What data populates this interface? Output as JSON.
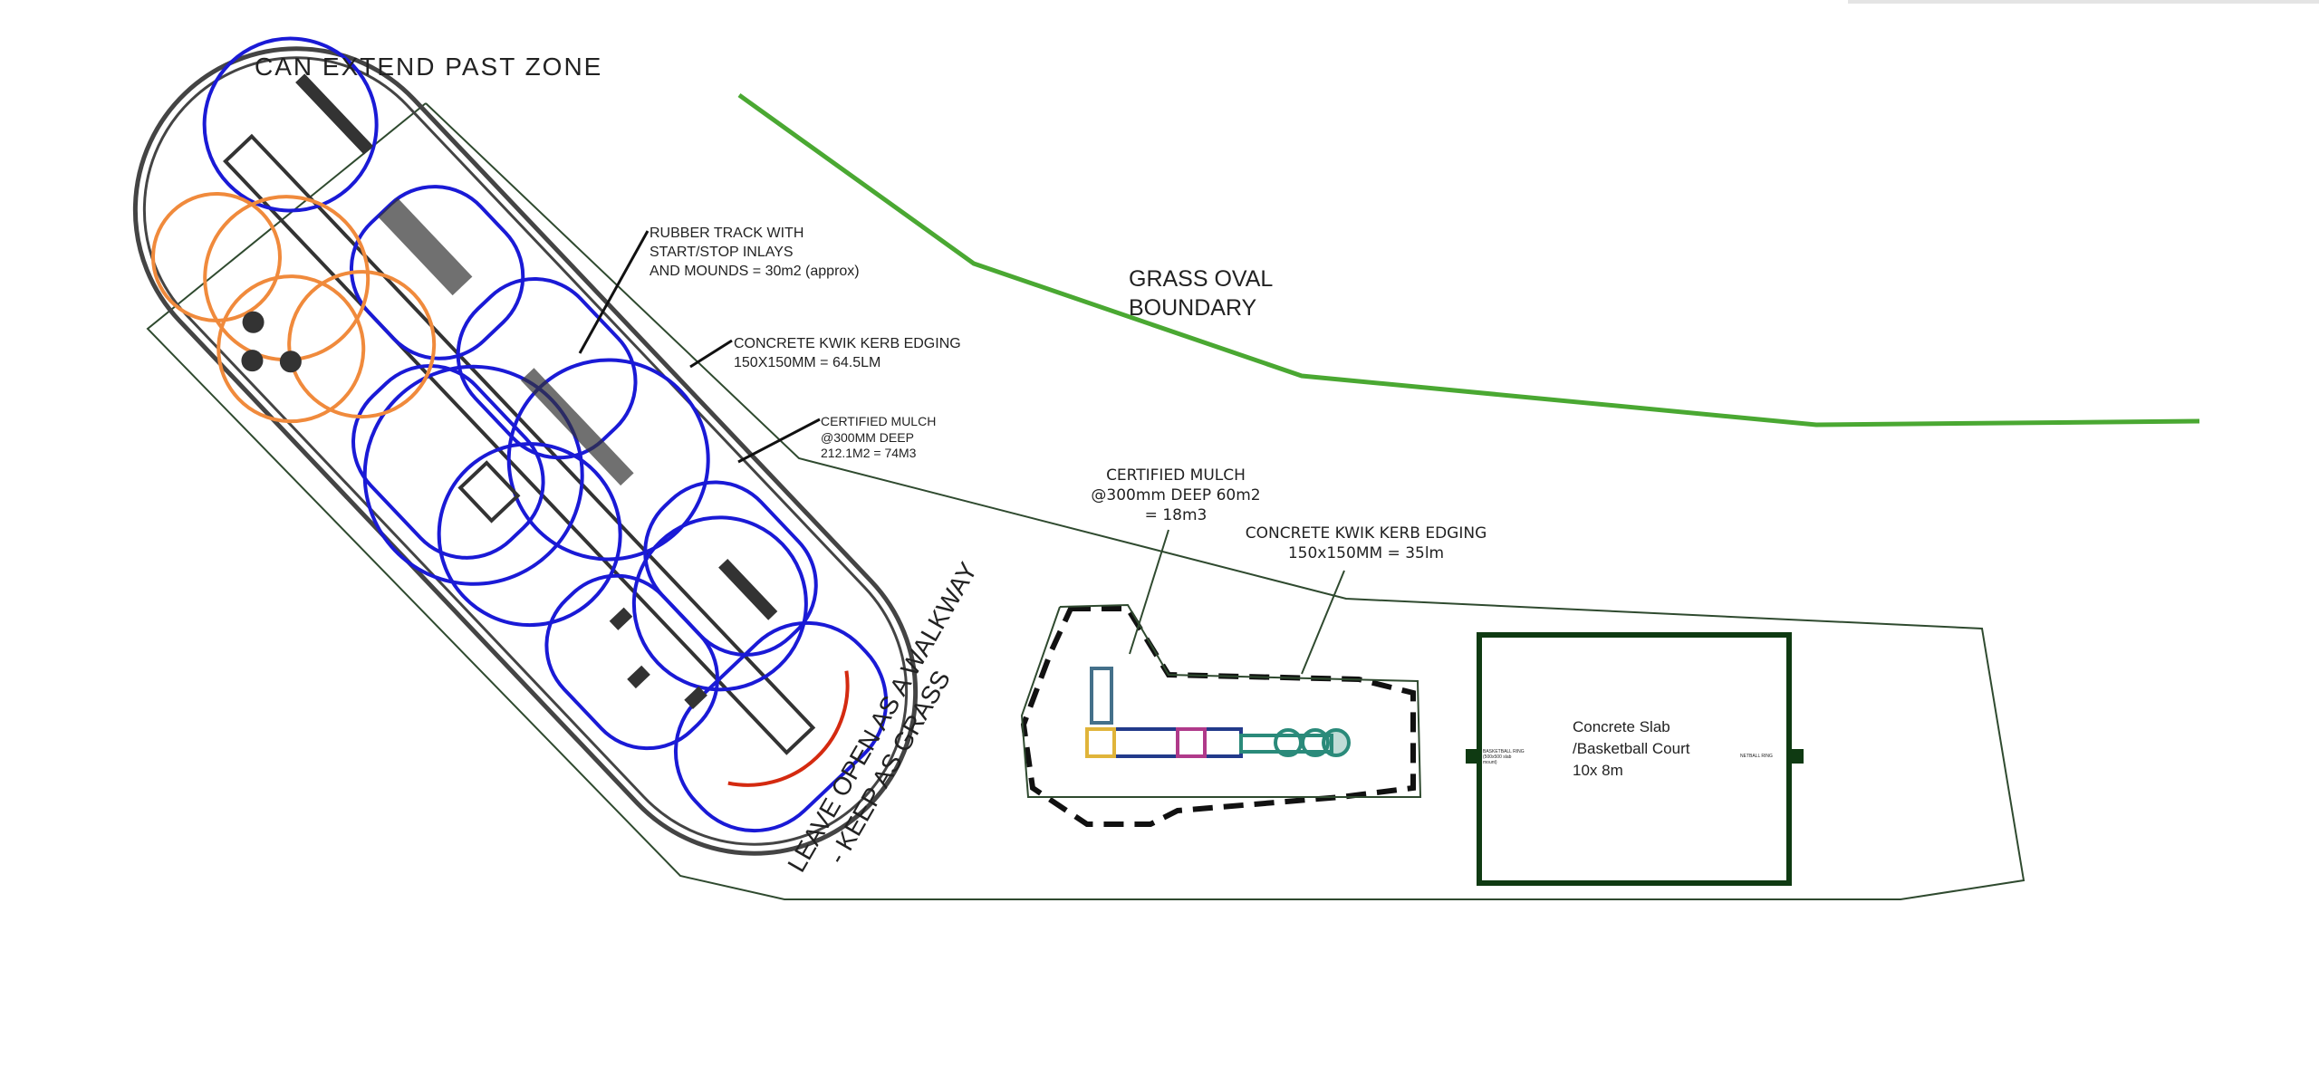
{
  "labels": {
    "extend_zone": "CAN EXTEND PAST ZONE",
    "grass_oval": [
      "GRASS OVAL",
      "BOUNDARY"
    ],
    "rubber_track": [
      "RUBBER TRACK WITH",
      "START/STOP INLAYS",
      "AND MOUNDS = 30m2 (approx)"
    ],
    "kerb_large": [
      "CONCRETE KWIK KERB EDGING",
      "150X150MM = 64.5LM"
    ],
    "mulch_large": [
      "CERTIFIED MULCH",
      "@300MM DEEP",
      "212.1M2 = 74M3"
    ],
    "mulch_small": [
      "CERTIFIED MULCH",
      "@300mm DEEP 60m2",
      "= 18m3"
    ],
    "kerb_small": [
      "CONCRETE KWIK KERB EDGING",
      "150x150MM = 35lm"
    ],
    "walkway": [
      "LEAVE OPEN AS A WALKWAY",
      "- KEEP AS GRASS"
    ],
    "court": [
      "Concrete Slab",
      "/Basketball Court",
      "10x 8m"
    ],
    "basketball_ring": [
      "BASKETBALL RING",
      "(500x500 slab",
      "mount)"
    ],
    "netball_ring": "NETBALL RING"
  },
  "colors": {
    "boundary_green": "#4aa832",
    "zone_outline": "#2f4a2f",
    "track_blue": "#1a1ad6",
    "swing_orange": "#f08a3c",
    "court_green": "#0f3a12"
  }
}
